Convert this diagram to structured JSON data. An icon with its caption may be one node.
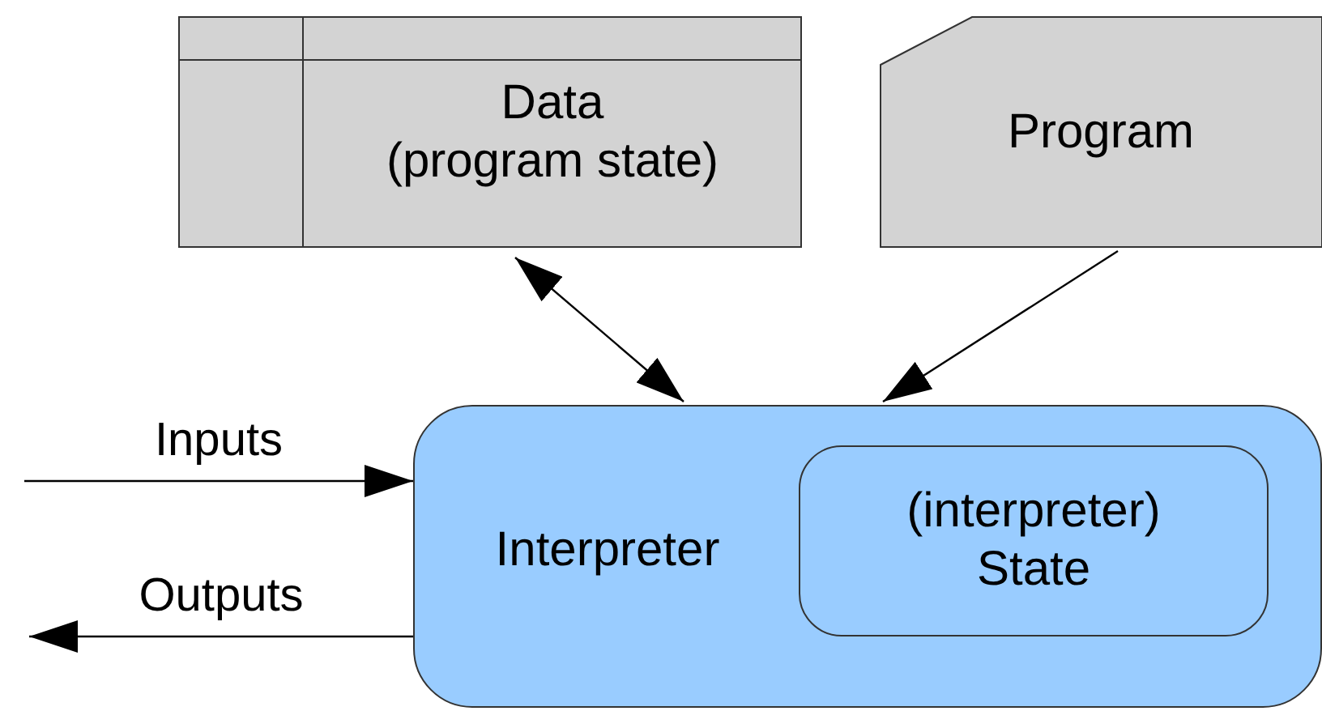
{
  "diagram": {
    "nodes": [
      {
        "text": [
          "Data (program state)"
        ]
      },
      {
        "text": [
          "Program"
        ]
      },
      {
        "text": [
          "Interpreter"
        ]
      },
      {
        "text": [
          "(interpreter) State"
        ],
        "in": 2
      }
    ],
    "edges": [
      {
        "from": 0,
        "to": 2,
        "arrow": "both"
      },
      {
        "from": 1,
        "to": 2,
        "arrow": "to"
      },
      {
        "from": null,
        "to": 2,
        "arrow": "to",
        "label": "Inputs"
      },
      {
        "from": 2,
        "to": null,
        "arrow": "to",
        "label": "Outputs"
      }
    ]
  }
}
